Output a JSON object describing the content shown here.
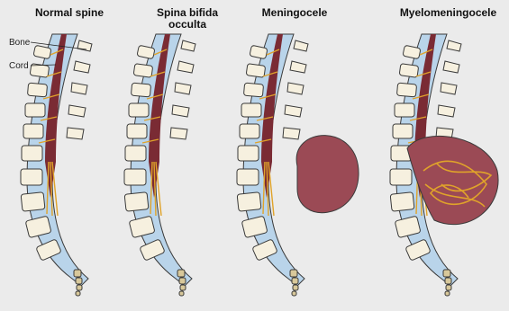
{
  "panels": [
    {
      "title": "Normal spine"
    },
    {
      "title": "Spina bifida\nocculta"
    },
    {
      "title": "Meningocele"
    },
    {
      "title": "Myelomeningocele"
    }
  ],
  "labels": {
    "bone": "Bone",
    "cord": "Cord"
  },
  "colors": {
    "background": "#ebebeb",
    "vertebra_fill": "#f6f0df",
    "vertebra_outline": "#3a3a3a",
    "csf_canal": "#b9d4ea",
    "cord": "#7a2b34",
    "nerves": "#e0a32a",
    "sac": "#9b4a55",
    "tail": "#d8c89a"
  }
}
